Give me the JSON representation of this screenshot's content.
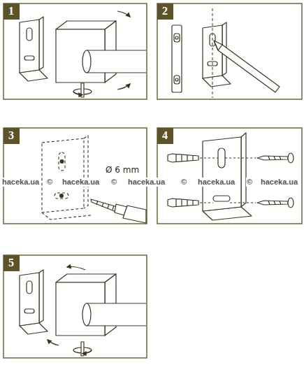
{
  "diagram": {
    "labels": [
      "1",
      "2",
      "3",
      "4",
      "5",
      "Ø 6 mm",
      "haceka.ua",
      "©",
      "haceka.ua",
      "©",
      "haceka.ua",
      "©",
      "haceka.ua",
      "©",
      "haceka.ua"
    ]
  }
}
